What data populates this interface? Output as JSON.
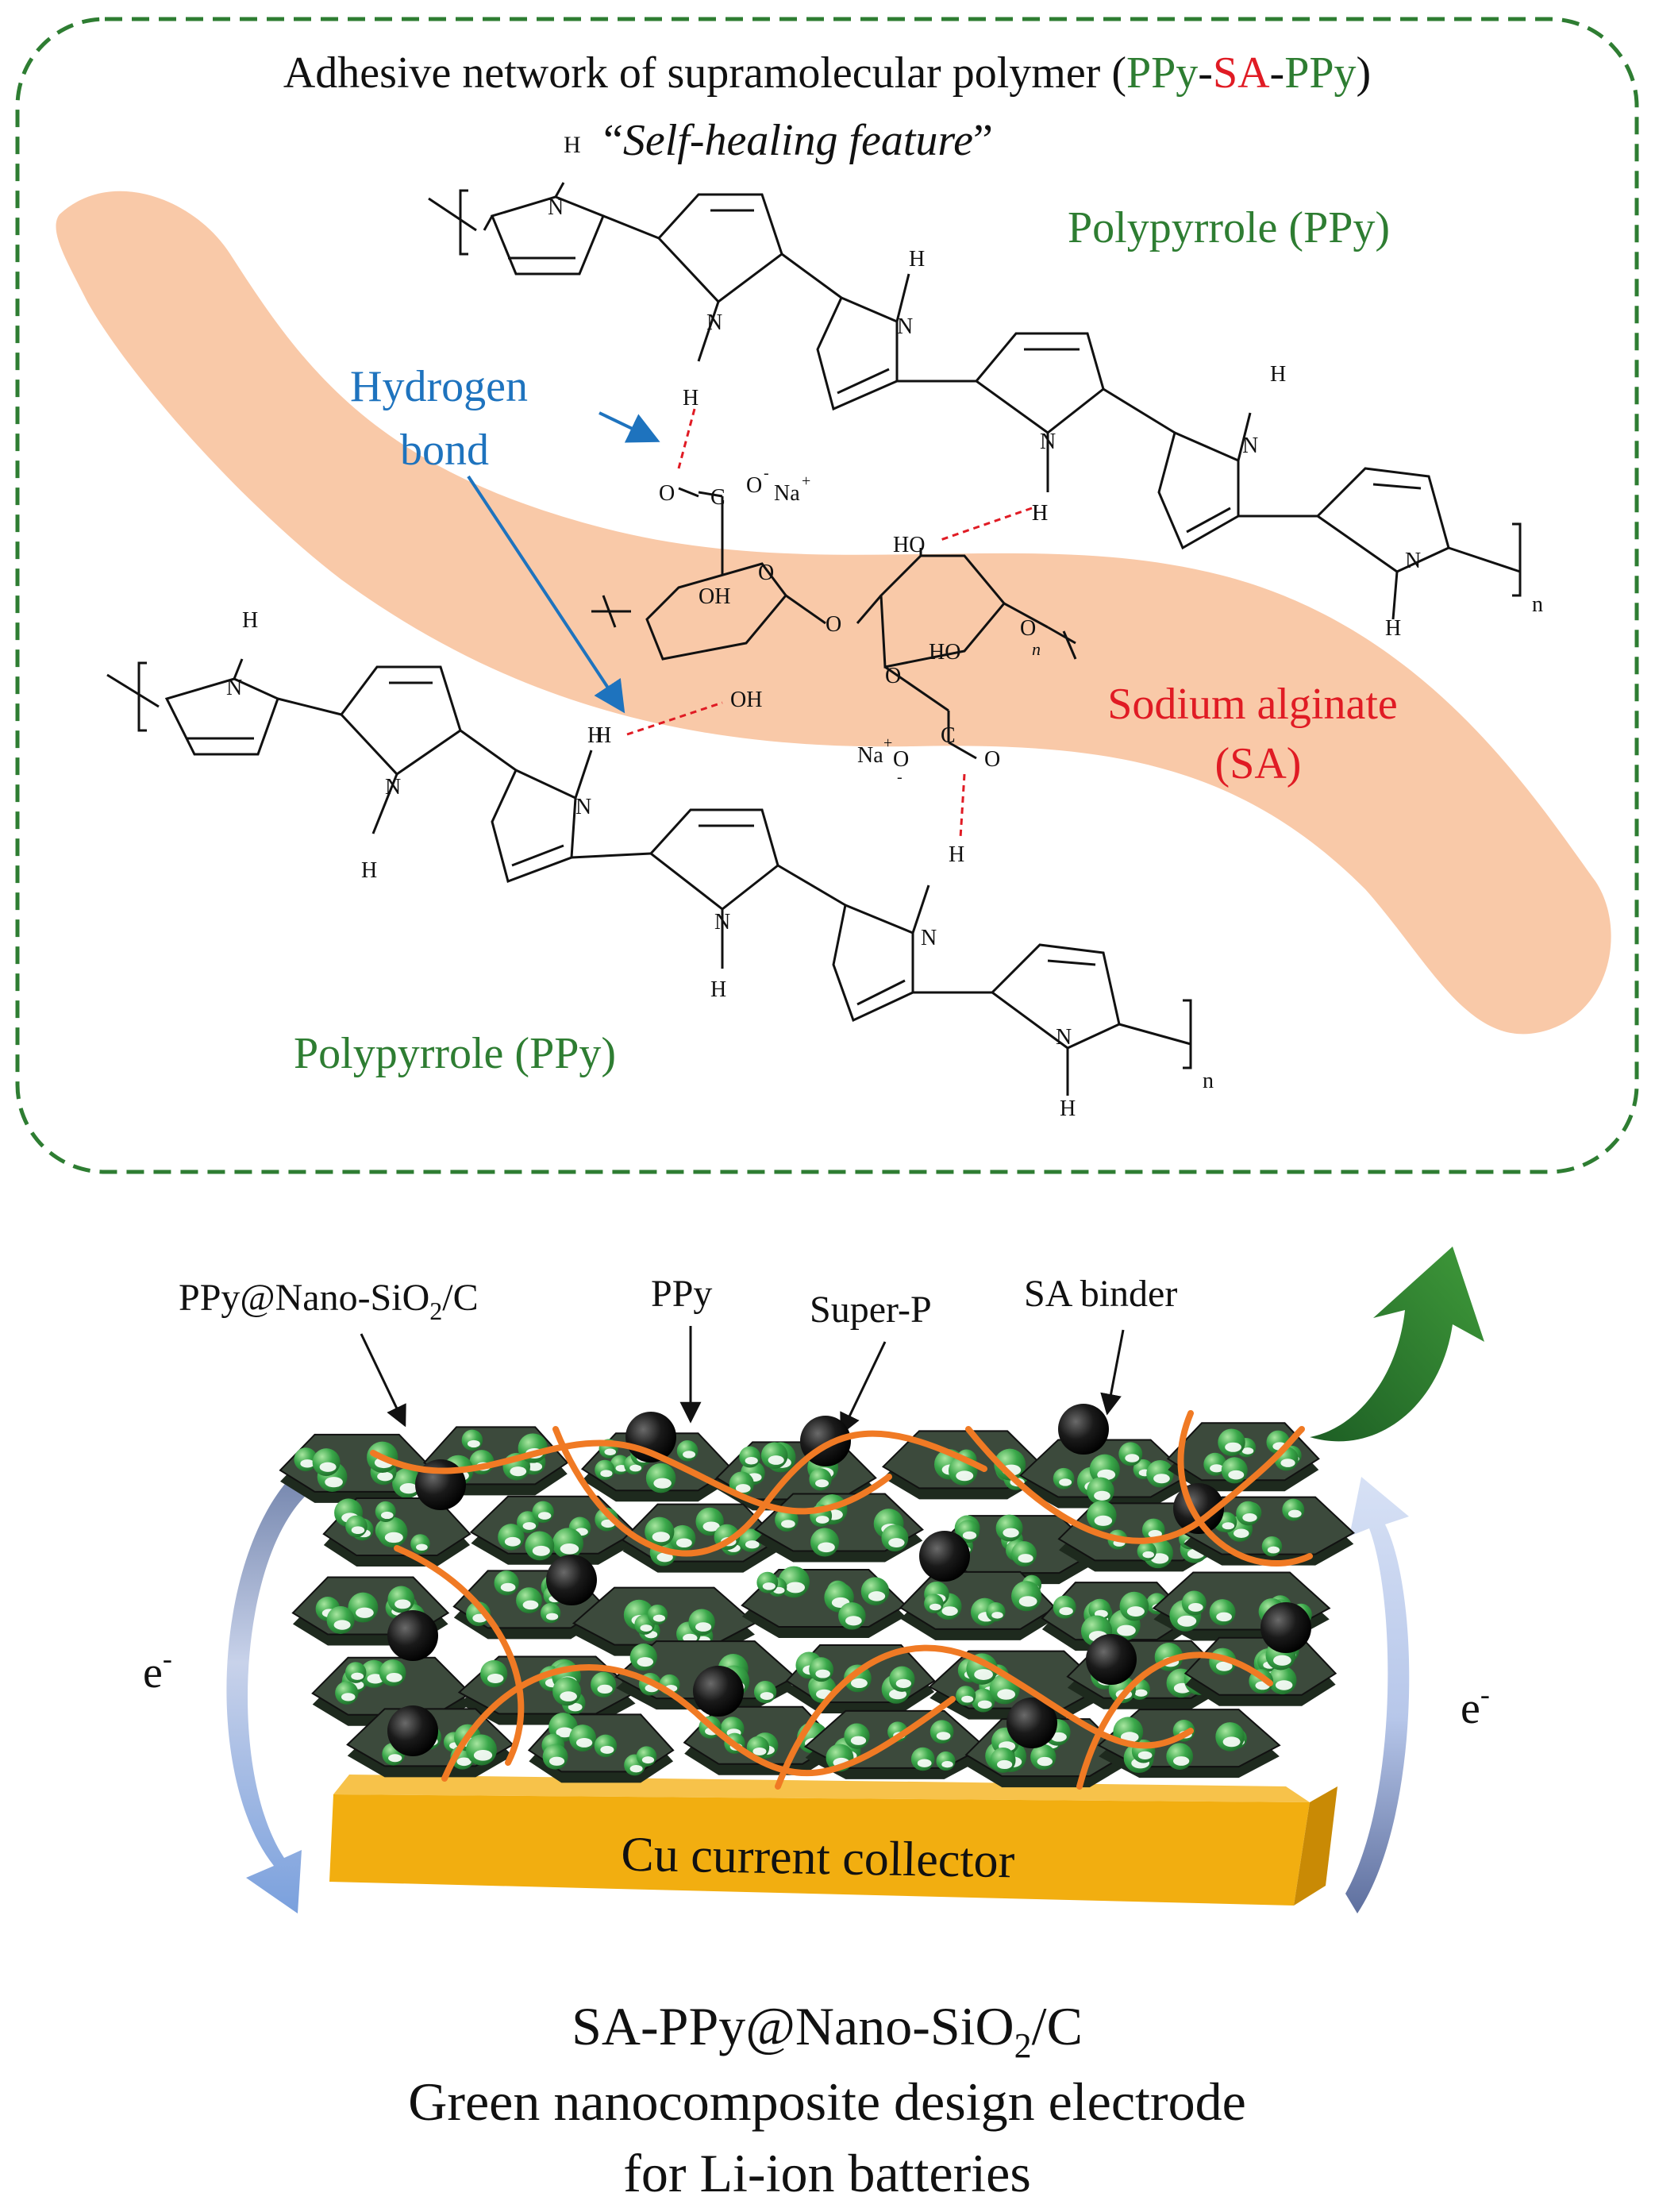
{
  "top_panel": {
    "title_prefix": "Adhesive network of supramolecular polymer (",
    "title_ppy_a": "PPy",
    "title_dash_a": "-",
    "title_sa": "SA",
    "title_dash_b": "-",
    "title_ppy_b": "PPy",
    "title_suffix": ")",
    "feature_open": "“",
    "feature": "Self-healing feature",
    "feature_close": "”",
    "ppy_label_top": "Polypyrrole (PPy)",
    "ppy_label_bottom": "Polypyrrole (PPy)",
    "hbond_line1": "Hydrogen",
    "hbond_line2": "bond",
    "sa_line1": "Sodium alginate",
    "sa_line2": "(SA)"
  },
  "chem_labels": {
    "H": "H",
    "N": "N",
    "n": "n",
    "O": "O",
    "OH": "OH",
    "HO": "HO",
    "C": "C",
    "Na": "Na",
    "plus": "+",
    "minus": "-"
  },
  "bottom_panel": {
    "label_ppy_nano_prefix": "PPy@Nano-SiO",
    "label_ppy_nano_sub": "2",
    "label_ppy_nano_suffix": "/C",
    "label_ppy": "PPy",
    "label_superp": "Super-P",
    "label_sa_binder": "SA binder",
    "electron_left": "e",
    "electron_right": "e",
    "electron_sup": "-",
    "collector": "Cu current collector"
  },
  "caption": {
    "line1_prefix": "SA-PPy@Nano-SiO",
    "line1_sub": "2",
    "line1_suffix": "/C",
    "line2": "Green nanocomposite design electrode",
    "line3": "for Li-ion batteries"
  },
  "colors": {
    "ppy_green": "#2e7d32",
    "sa_red": "#e01b24",
    "hbond_blue": "#1e73be",
    "band_orange": "#f9c9a8",
    "collector_gold": "#f2ae10",
    "particle_green": "#3aa84a",
    "fiber_orange": "#f07a24"
  }
}
